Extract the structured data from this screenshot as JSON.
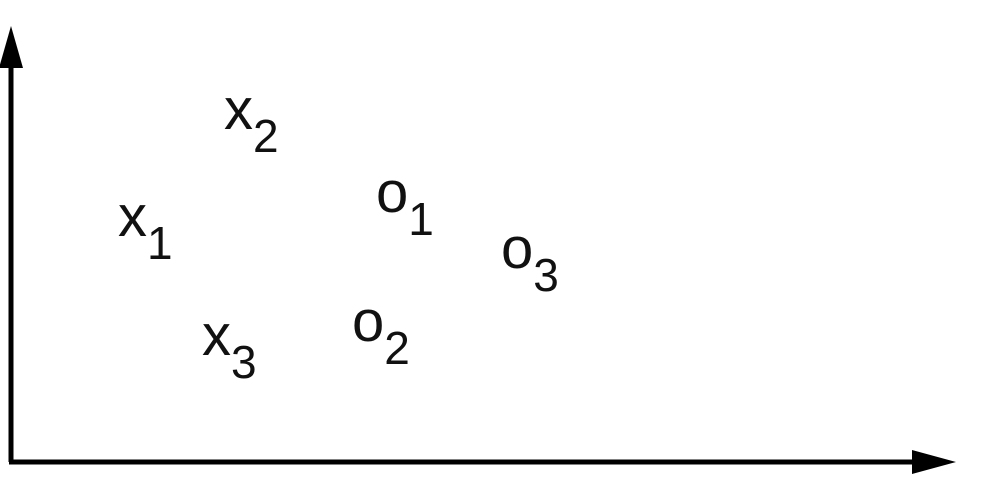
{
  "diagram": {
    "points": [
      {
        "id": "x1",
        "symbol": "x",
        "index": "1"
      },
      {
        "id": "x2",
        "symbol": "x",
        "index": "2"
      },
      {
        "id": "x3",
        "symbol": "x",
        "index": "3"
      },
      {
        "id": "o1",
        "symbol": "o",
        "index": "1"
      },
      {
        "id": "o2",
        "symbol": "o",
        "index": "2"
      },
      {
        "id": "o3",
        "symbol": "o",
        "index": "3"
      }
    ],
    "colors": {
      "ink": "#000000",
      "background": "#ffffff"
    }
  }
}
